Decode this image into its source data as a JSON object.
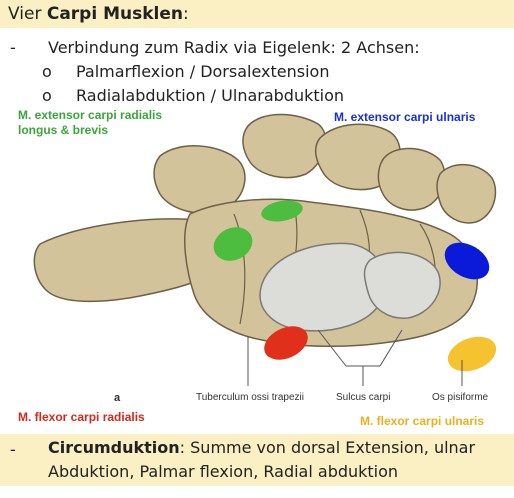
{
  "header": {
    "prefix": "Vier ",
    "bold": "Carpi Musklen",
    "suffix": ":"
  },
  "points": {
    "dash": "-",
    "main": "Verbindung zum Radix via Eigelenk: 2 Achsen:",
    "sub_bullet": "o",
    "sub1": "Palmarflexion / Dorsalextension",
    "sub2": "Radialabduktion / Ulnarabduktion"
  },
  "figure": {
    "label_green_1": "M. extensor carpi radialis",
    "label_green_2": "longus & brevis",
    "label_blue": "M. extensor carpi ulnaris",
    "label_red": "M. flexor carpi radialis",
    "label_yellow": "M. flexor carpi ulnaris",
    "letter": "a",
    "cap_tuberculum": "Tuberculum ossi trapezii",
    "cap_sulcus": "Sulcus carpi",
    "cap_pisiforme": "Os pisiforme"
  },
  "footer": {
    "dash": "-",
    "bold": "Circumduktion",
    "line1_rest": ": Summe von dorsal Extension, ulnar",
    "line2": "Abduktion, Palmar flexion, Radial abduktion"
  },
  "colors": {
    "green": "#4cbd3e",
    "blue": "#0b19d8",
    "red": "#e0301c",
    "yellow": "#f5c330",
    "highlight": "#fbefc4"
  }
}
